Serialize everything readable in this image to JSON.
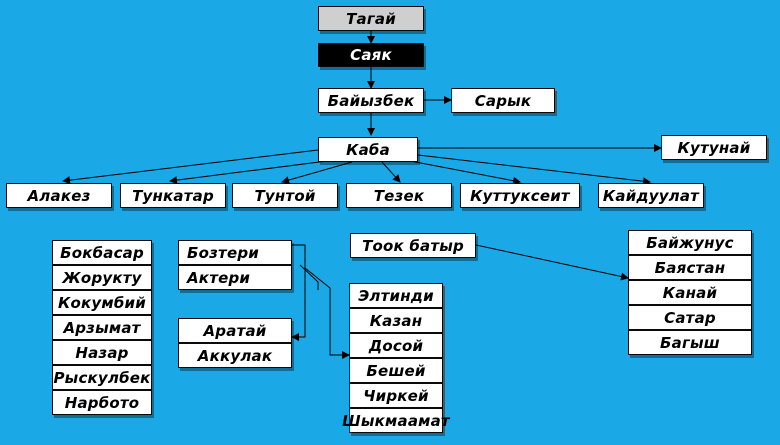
{
  "tagai": "Тагай",
  "sayak": "Саяк",
  "baiyzbek": "Байызбек",
  "saryk": "Сарык",
  "kaba": "Каба",
  "kutunai": "Кутунай",
  "kaba_children": [
    "Алакез",
    "Тункатар",
    "Тунтой",
    "Тезек",
    "Куттуксеит",
    "Кайдуулат"
  ],
  "tunkatar_children": [
    "Бокбасар",
    "Жорукту",
    "Кокумбий",
    "Арзымат",
    "Назар",
    "Рыскулбек",
    "Нарбото"
  ],
  "tuntoi_children": [
    "Бозтери",
    "Актери"
  ],
  "bozteri_children": [
    "Аратай",
    "Аккулак"
  ],
  "tezek_child": "Тоок батыр",
  "aktери_children_placeholder": "",
  "akteri_children": [
    "Элтинди",
    "Казан",
    "Досой",
    "Бешей",
    "Чиркей",
    "Шыкмаамат"
  ],
  "took_children": [
    "Байжунус",
    "Баястан",
    "Канай",
    "Сатар",
    "Багыш"
  ],
  "colors": {
    "background": "#1aa9e6",
    "box": "#ffffff",
    "top_box": "#cfcfcf",
    "dark_box": "#000000"
  }
}
